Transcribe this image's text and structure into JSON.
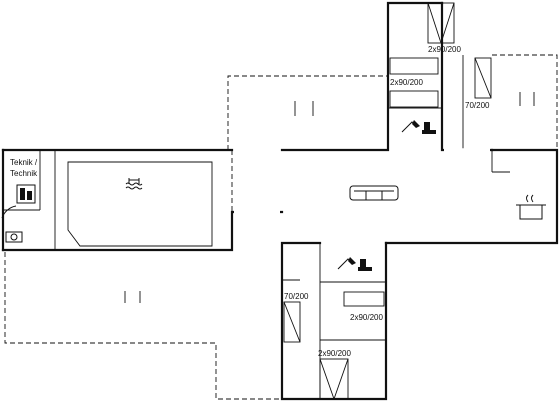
{
  "rooms": {
    "technik": {
      "line1": "Teknik /",
      "line2": "Technik"
    }
  },
  "beds": {
    "top_single": "2x90/200",
    "top_double": "2x90/200",
    "top_right": "70/200",
    "mid_left": "70/200",
    "mid_double": "2x90/200",
    "bottom_double": "2x90/200"
  },
  "icons": [
    "boiler-icon",
    "washing-machine-icon",
    "pool-icon",
    "sofa-icon",
    "shower-toilet-icon",
    "kitchen-pot-icon",
    "terrace-door-icon"
  ]
}
